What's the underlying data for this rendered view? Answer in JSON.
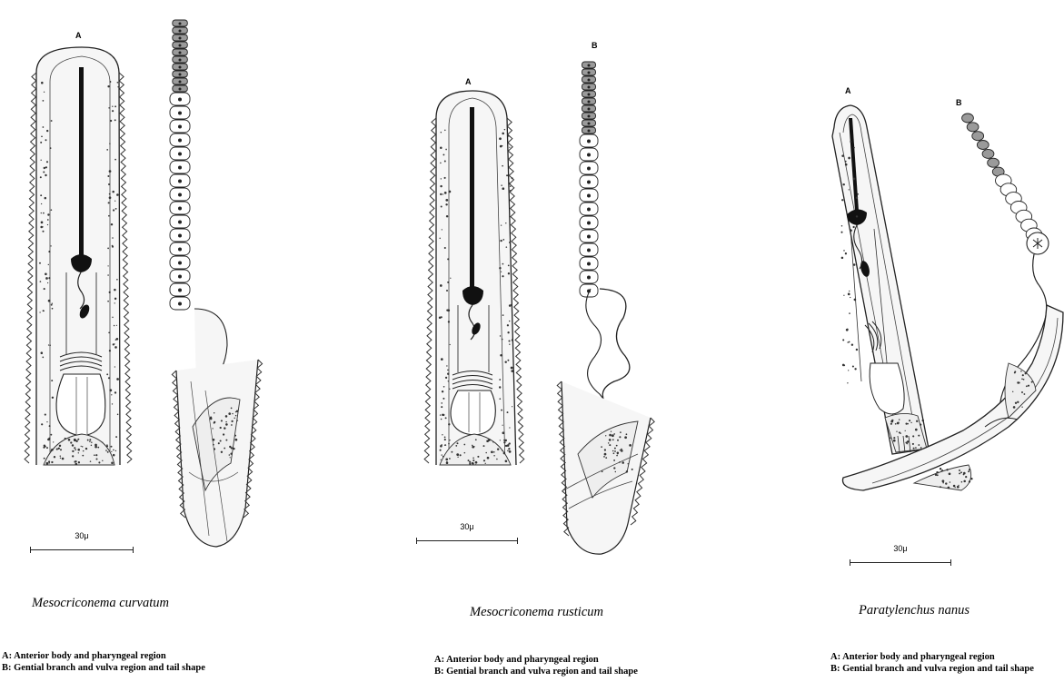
{
  "panels": [
    {
      "label_a": "A",
      "label_b": "",
      "scale_label": "30μ",
      "species": "Mesocriconema  curvatum",
      "legend": [
        "A: Anterior body and pharyngeal region",
        "B: Gential branch and vulva region and tail shape"
      ]
    },
    {
      "label_a": "A",
      "label_b": "B",
      "scale_label": "30μ",
      "species": "Mesocriconema rusticum",
      "legend": [
        "A: Anterior body and pharyngeal region",
        "B: Gential branch and vulva region and tail shape"
      ]
    },
    {
      "label_a": "A",
      "label_b": "B",
      "scale_label": "30μ",
      "species": "Paratylenchus nanus",
      "legend": [
        "A: Anterior body and pharyngeal region",
        "B: Gential branch and vulva region and tail shape"
      ]
    }
  ]
}
